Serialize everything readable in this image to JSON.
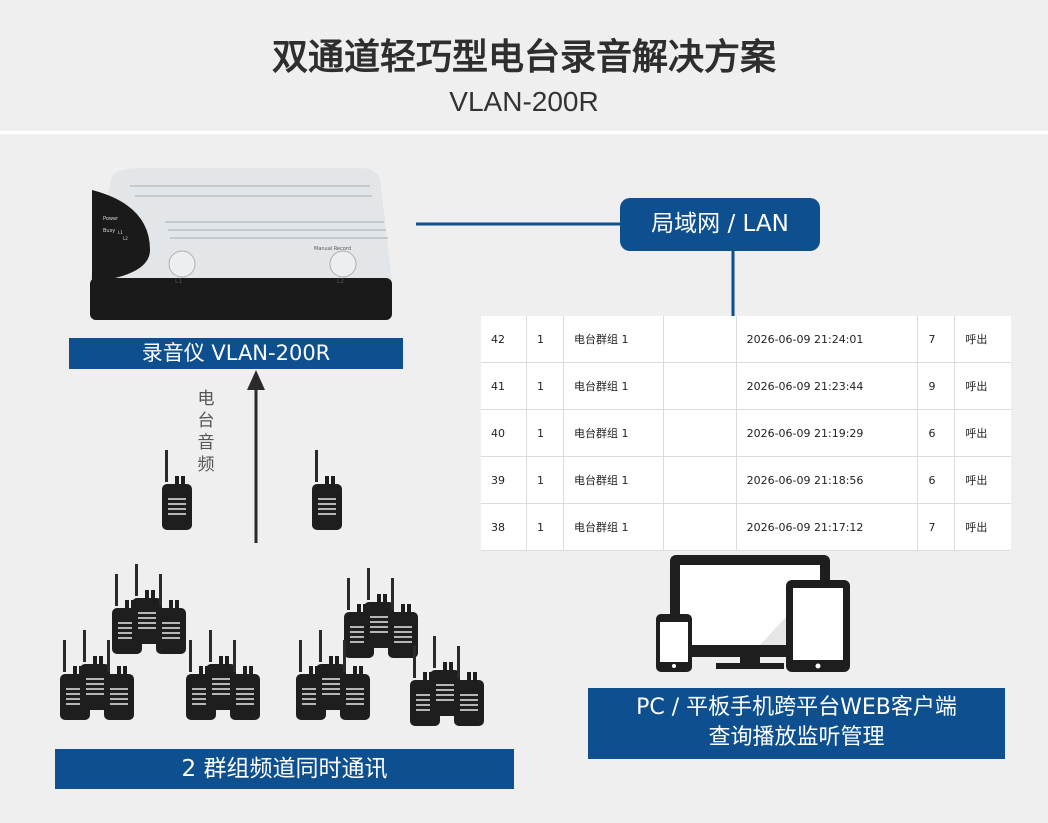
{
  "header": {
    "title": "双通道轻巧型电台录音解决方案",
    "subtitle": "VLAN-200R"
  },
  "network": {
    "label": "局域网 /  LAN"
  },
  "recorder": {
    "banner": "录音仪 VLAN-200R",
    "panel_labels": {
      "power": "Power",
      "busy": "Busy",
      "l1_small": "L1",
      "l2_small": "L2",
      "manual": "Manual Record",
      "knob1": "L1",
      "knob2": "L2"
    }
  },
  "audio_label": [
    "电",
    "台",
    "音",
    "频"
  ],
  "groups_banner": "2 群组频道同时通讯",
  "client_banner": {
    "line1": "PC / 平板手机跨平台WEB客户端",
    "line2": "查询播放监听管理"
  },
  "records": [
    {
      "id": "42",
      "ch": "1",
      "group": "电台群组 1",
      "blank": "",
      "time": "2026-06-09 21:24:01",
      "dur": "7",
      "type": "呼出"
    },
    {
      "id": "41",
      "ch": "1",
      "group": "电台群组 1",
      "blank": "",
      "time": "2026-06-09 21:23:44",
      "dur": "9",
      "type": "呼出"
    },
    {
      "id": "40",
      "ch": "1",
      "group": "电台群组 1",
      "blank": "",
      "time": "2026-06-09 21:19:29",
      "dur": "6",
      "type": "呼出"
    },
    {
      "id": "39",
      "ch": "1",
      "group": "电台群组 1",
      "blank": "",
      "time": "2026-06-09 21:18:56",
      "dur": "6",
      "type": "呼出"
    },
    {
      "id": "38",
      "ch": "1",
      "group": "电台群组 1",
      "blank": "",
      "time": "2026-06-09 21:17:12",
      "dur": "7",
      "type": "呼出"
    }
  ],
  "colors": {
    "banner": "#0e4f8f",
    "background": "#efefef",
    "device": "#1e1e1e"
  }
}
